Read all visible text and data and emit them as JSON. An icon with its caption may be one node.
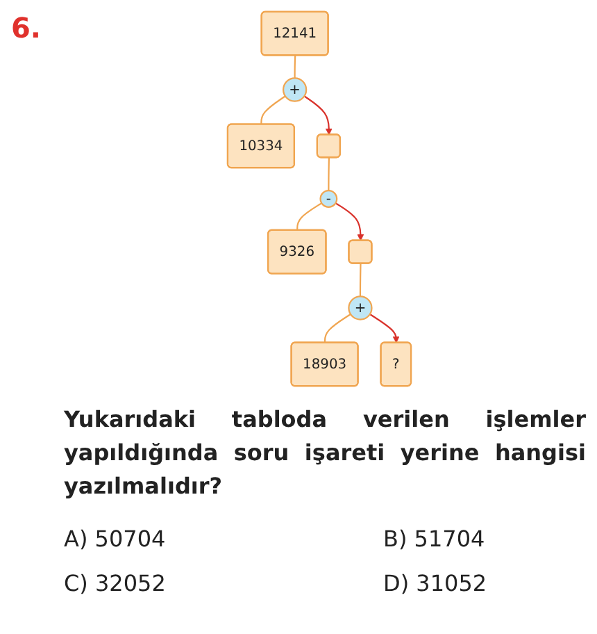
{
  "diagram": {
    "nodes": [
      {
        "text": [
          "12141"
        ]
      },
      {
        "text": [
          "+"
        ]
      },
      {
        "text": [
          "10334"
        ]
      },
      {
        "text": [],
        "shape": "box"
      },
      {
        "text": [
          "-"
        ]
      },
      {
        "text": [
          "9326"
        ]
      },
      {
        "text": [],
        "shape": "box"
      },
      {
        "text": [
          "+"
        ]
      },
      {
        "text": [
          "18903"
        ]
      },
      {
        "text": [
          "?"
        ]
      }
    ],
    "edges": [
      {
        "from": 0,
        "to": 1,
        "arrow": "none"
      },
      {
        "from": 1,
        "to": 2,
        "arrow": "none"
      },
      {
        "from": 1,
        "to": 3,
        "arrow": "to",
        "color": "#d9322b"
      },
      {
        "from": 3,
        "to": 4,
        "arrow": "none"
      },
      {
        "from": 4,
        "to": 5,
        "arrow": "none"
      },
      {
        "from": 4,
        "to": 6,
        "arrow": "to",
        "color": "#d9322b"
      },
      {
        "from": 6,
        "to": 7,
        "arrow": "none"
      },
      {
        "from": 7,
        "to": 8,
        "arrow": "none"
      },
      {
        "from": 7,
        "to": 9,
        "arrow": "to",
        "color": "#d9322b"
      }
    ],
    "labels": [
      "6.",
      "Yukarıdaki tabloda verilen işlemler yapıldığında soru işareti yerine hangisi yazılmalıdır?",
      "A) 50704",
      "B) 51704",
      "C) 32052",
      "D) 31052"
    ]
  }
}
